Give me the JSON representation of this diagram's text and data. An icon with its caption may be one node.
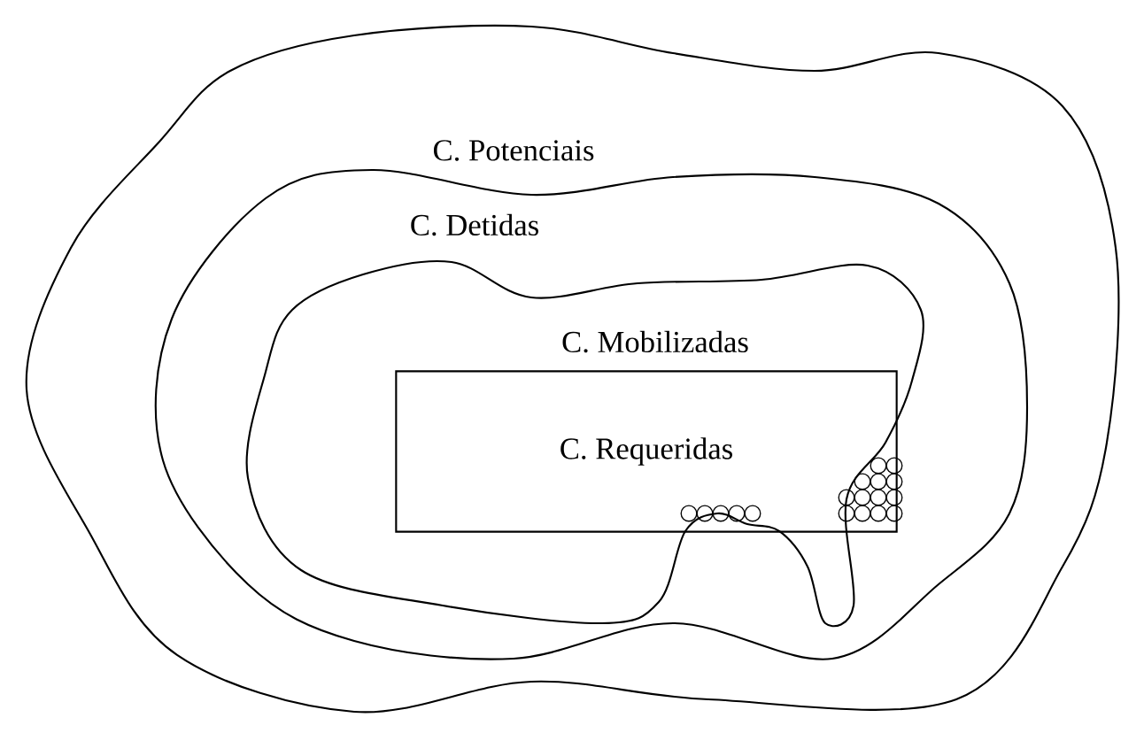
{
  "diagram": {
    "nodes": [
      {
        "text": [
          "C. Potenciais"
        ]
      },
      {
        "text": [
          "C. Detidas"
        ],
        "in": 0
      },
      {
        "text": [
          "C. Mobilizadas"
        ],
        "in": 1
      },
      {
        "text": [
          "C. Requeridas"
        ],
        "in": 2
      }
    ]
  }
}
